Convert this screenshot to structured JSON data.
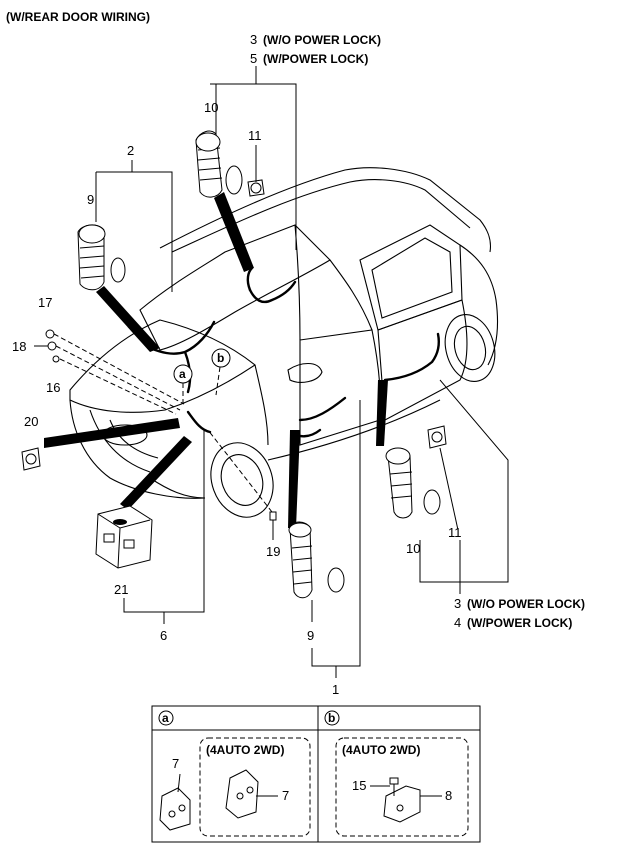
{
  "header": {
    "title": "(W/REAR DOOR WIRING)"
  },
  "callouts": {
    "p1": "1",
    "p2": "2",
    "p3_top": "3",
    "p3_top_note": "(W/O POWER LOCK)",
    "p5_top": "5",
    "p5_top_note": "(W/POWER LOCK)",
    "p3_bot": "3",
    "p3_bot_note": "(W/O POWER LOCK)",
    "p4_bot": "4",
    "p4_bot_note": "(W/POWER LOCK)",
    "p6": "6",
    "p9_left": "9",
    "p9_bottom": "9",
    "p10_top": "10",
    "p10_right": "10",
    "p11_top": "11",
    "p11_right": "11",
    "p16": "16",
    "p17": "17",
    "p18": "18",
    "p19": "19",
    "p20": "20",
    "p21": "21"
  },
  "markers": {
    "a": "a",
    "b": "b"
  },
  "detail_table": {
    "col_a": {
      "marker": "a",
      "part": "7",
      "variant_label": "(4AUTO 2WD)",
      "variant_part": "7"
    },
    "col_b": {
      "marker": "b",
      "variant_label": "(4AUTO 2WD)",
      "variant_part_bolt": "15",
      "variant_part_bracket": "8"
    }
  }
}
